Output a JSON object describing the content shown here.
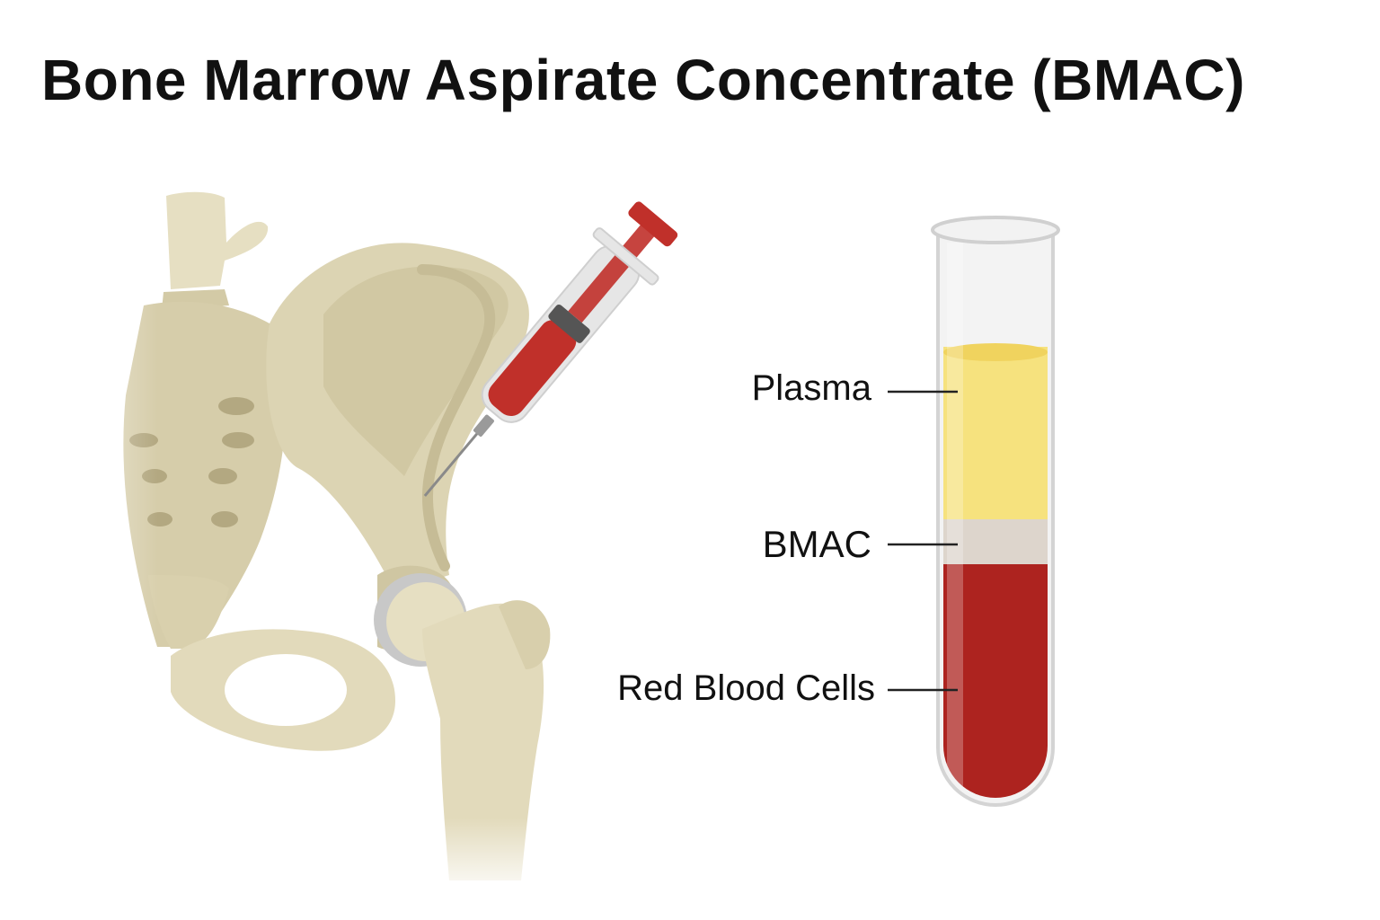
{
  "title": "Bone Marrow Aspirate Concentrate (BMAC)",
  "tube_labels": {
    "plasma": "Plasma",
    "bmac": "BMAC",
    "red_blood_cells": "Red Blood Cells"
  },
  "colors": {
    "bone": "#e0d8b8",
    "bone_shadow": "#cfc6a2",
    "plasma": "#f6e27e",
    "bmac_layer": "#ddd5cc",
    "red_blood_cells": "#ad231f",
    "syringe_red": "#c0302a",
    "tube_glass": "#ececec"
  },
  "icons": {
    "syringe": "syringe-icon",
    "pelvis": "pelvis-bone-illustration",
    "tube": "test-tube-icon"
  }
}
